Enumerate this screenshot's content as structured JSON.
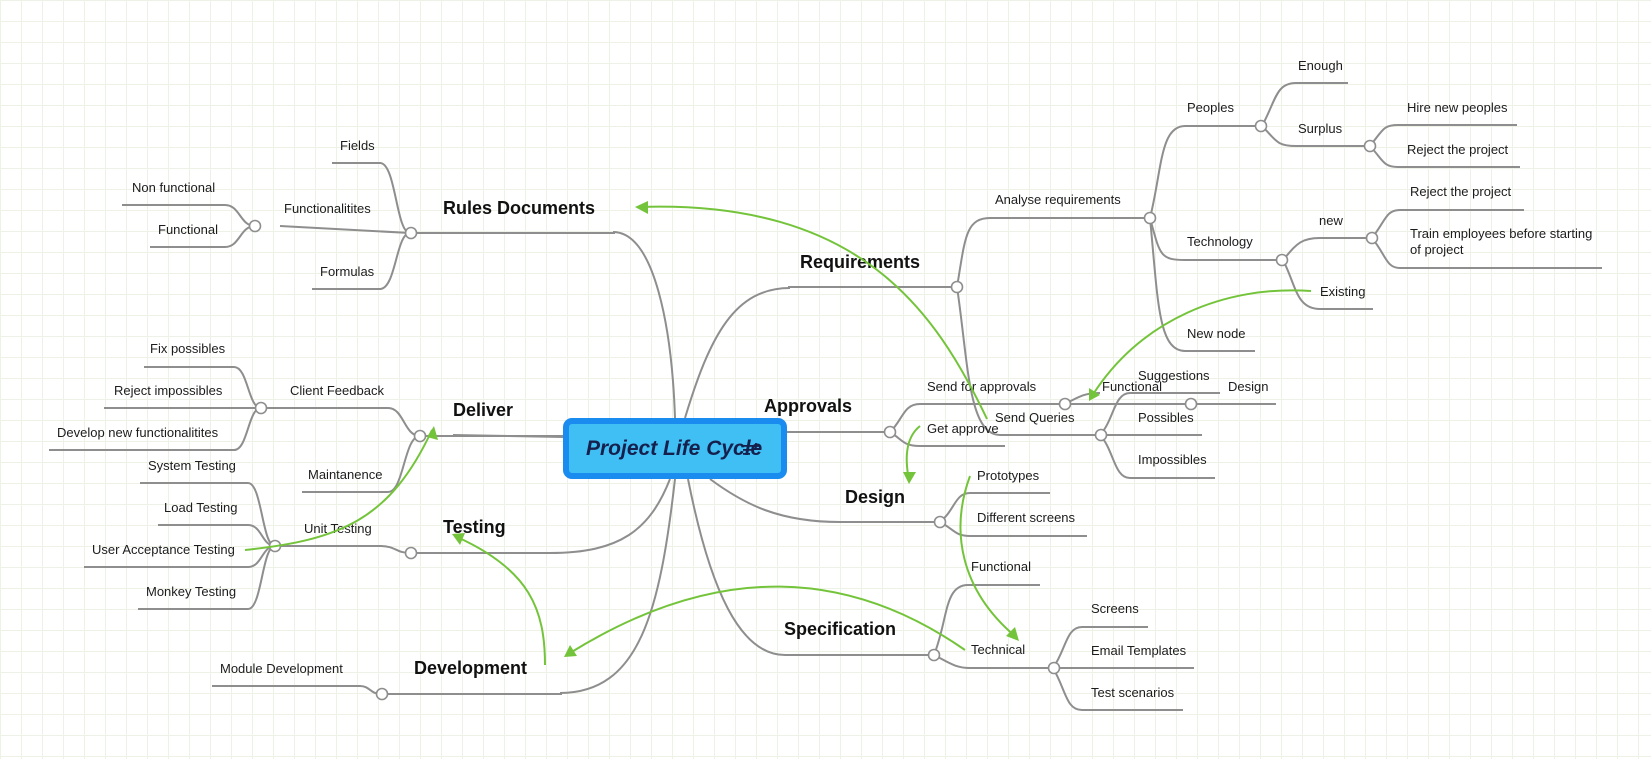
{
  "root": {
    "label": "Project Life Cycle",
    "icon": "notes-icon",
    "fill_color": "#40bff5",
    "border_color": "#1a8cf0"
  },
  "colors": {
    "connector": "#8e8e8e",
    "relationship": "#74c43b"
  },
  "topics": {
    "rules_documents": {
      "label": "Rules Documents",
      "fields": "Fields",
      "functionalitites": "Functionalitites",
      "non_functional": "Non functional",
      "functional": "Functional",
      "formulas": "Formulas"
    },
    "deliver": {
      "label": "Deliver",
      "client_feedback": "Client Feedback",
      "fix_possibles": "Fix possibles",
      "reject_impossibles": "Reject impossibles",
      "develop_new_functionalitites": "Develop new functionalitites",
      "maintanence": "Maintanence"
    },
    "testing": {
      "label": "Testing",
      "unit_testing": "Unit Testing",
      "system_testing": "System Testing",
      "load_testing": "Load Testing",
      "user_acceptance_testing": "User Acceptance Testing",
      "monkey_testing": "Monkey Testing"
    },
    "development": {
      "label": "Development",
      "module_development": "Module Development"
    },
    "requirements": {
      "label": "Requirements",
      "analyse_requirements": "Analyse requirements",
      "peoples": "Peoples",
      "enough": "Enough",
      "surplus": "Surplus",
      "hire_new_peoples": "Hire new peoples",
      "reject_the_project_1": "Reject the project",
      "technology": "Technology",
      "new": "new",
      "reject_the_project_2": "Reject the project",
      "train_employees_line1": "Train employees before starting",
      "train_employees_line2": "of project",
      "existing": "Existing",
      "new_node": "New node",
      "send_queries": "Send Queries",
      "suggestions": "Suggestions",
      "possibles": "Possibles",
      "impossibles": "Impossibles"
    },
    "approvals": {
      "label": "Approvals",
      "send_for_approvals": "Send for approvals",
      "functional": "Functional",
      "design": "Design",
      "get_approve": "Get approve"
    },
    "design": {
      "label": "Design",
      "prototypes": "Prototypes",
      "different_screens": "Different screens"
    },
    "specification": {
      "label": "Specification",
      "functional": "Functional",
      "technical": "Technical",
      "screens": "Screens",
      "email_templates": "Email Templates",
      "test_scenarios": "Test scenarios"
    }
  }
}
